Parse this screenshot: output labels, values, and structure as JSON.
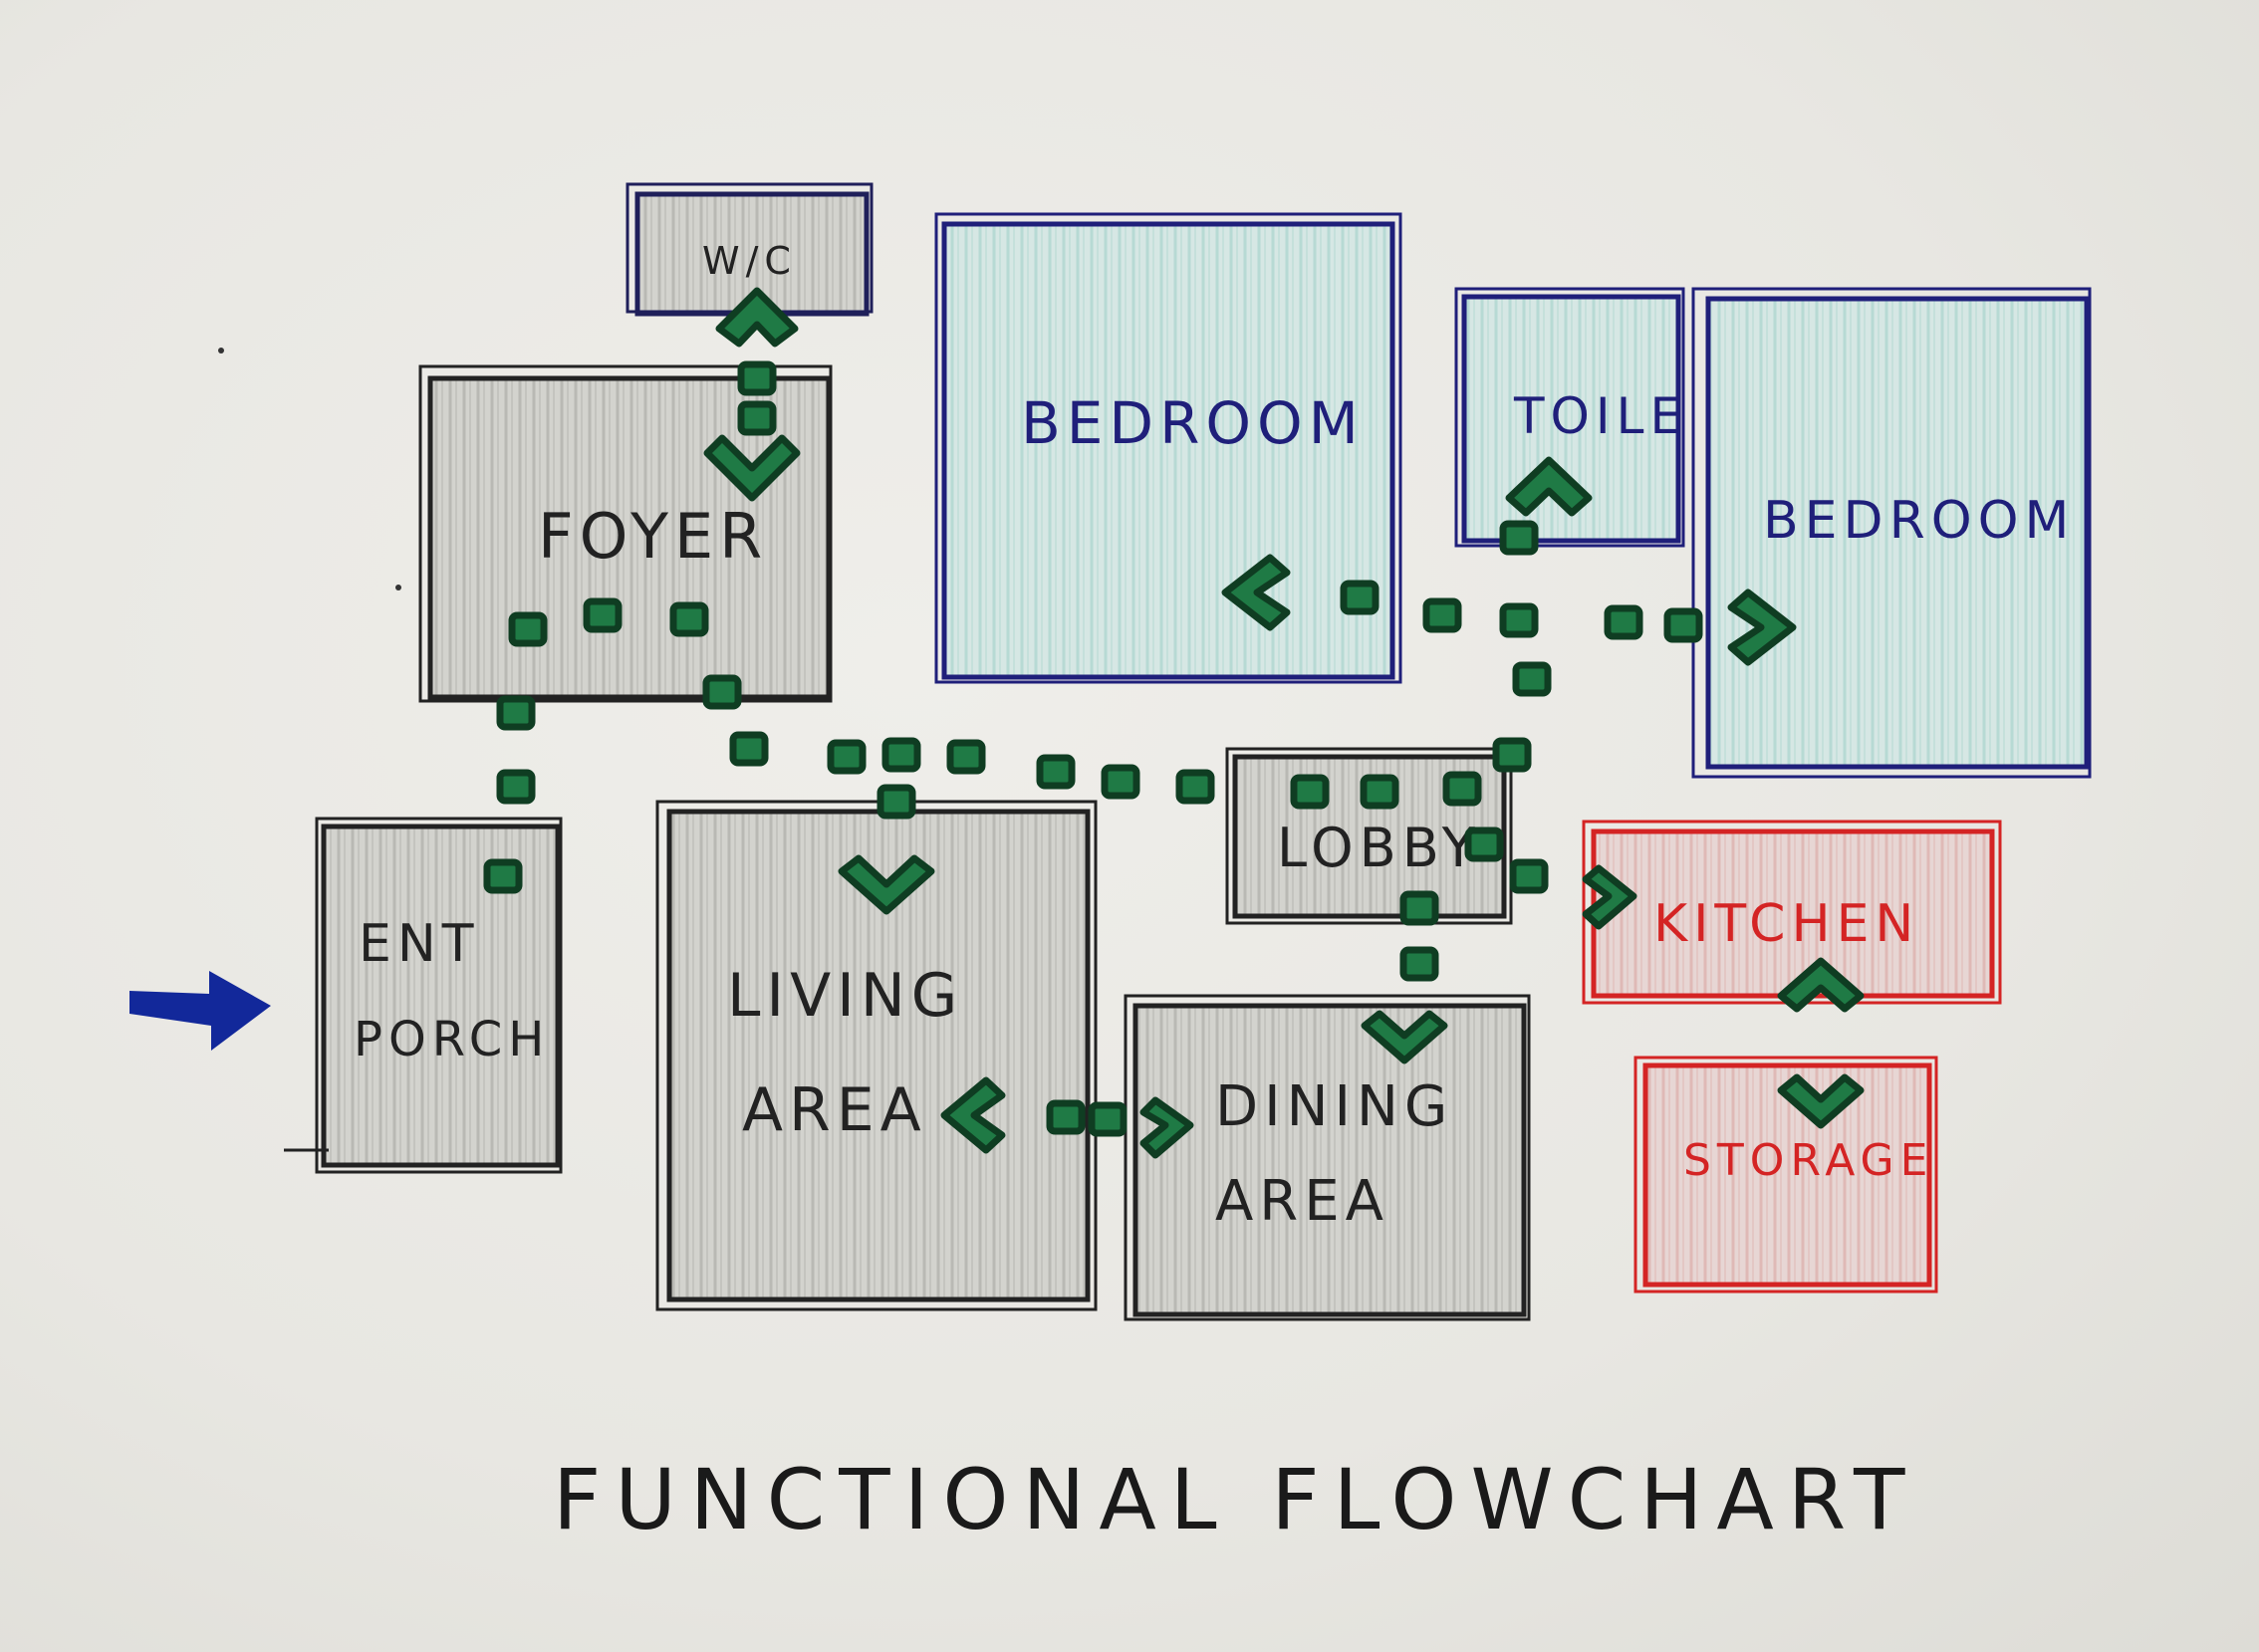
{
  "title": "FUNCTIONAL FLOWCHART",
  "colors": {
    "paper": "#e9e8e4",
    "ink_black": "#222222",
    "ink_blue": "#1f1f7a",
    "ink_red": "#d42424",
    "fill_grey": "#cfcfca",
    "fill_teal": "#cfe6e2",
    "fill_pink": "#ead2d0",
    "path_green": "#1f7a45",
    "path_dark": "#0f3d22",
    "entry_arrow": "#12289a"
  },
  "rooms": {
    "wc": "W/C",
    "foyer": "FOYER",
    "bedroom1": "BEDROOM",
    "toilet": "TOILE",
    "bedroom2": "BEDROOM",
    "ent_porch_line1": "ENT",
    "ent_porch_line2": "PORCH",
    "lobby": "LOBBY",
    "living_line1": "LIVING",
    "living_line2": "AREA",
    "dining_line1": "DINING",
    "dining_line2": "AREA",
    "kitchen": "KITCHEN",
    "storage": "STORAGE"
  }
}
